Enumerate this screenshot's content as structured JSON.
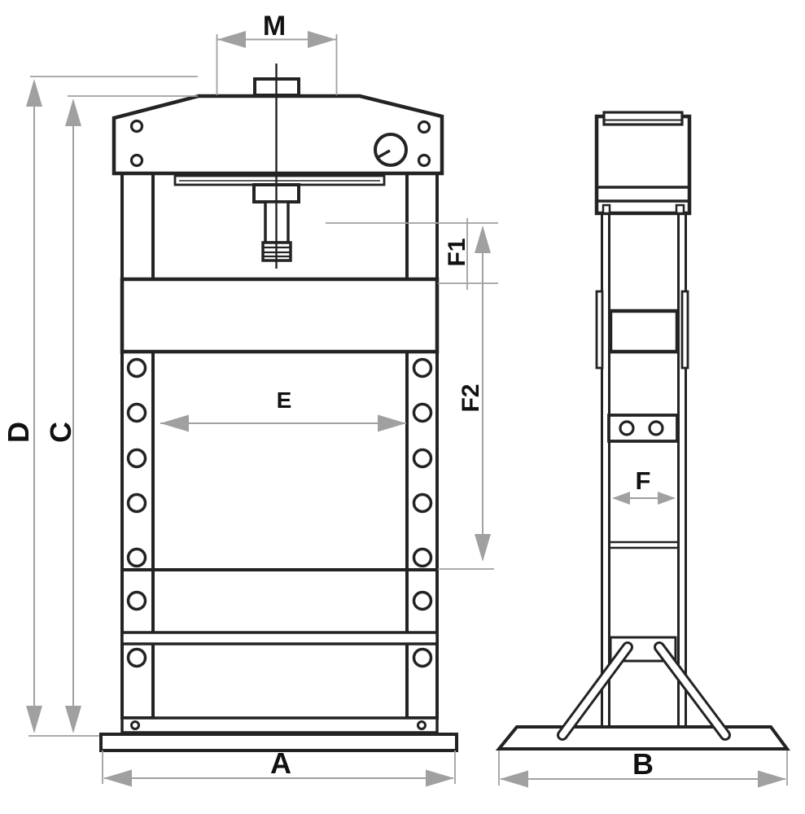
{
  "dimensions": {
    "M": "M",
    "D": "D",
    "C": "C",
    "E": "E",
    "F1": "F1",
    "F2": "F2",
    "F": "F",
    "A": "A",
    "B": "B"
  },
  "colors": {
    "background": "#ffffff",
    "line": "#232323",
    "dimension": "#a0a0a0",
    "label": "#111111"
  }
}
